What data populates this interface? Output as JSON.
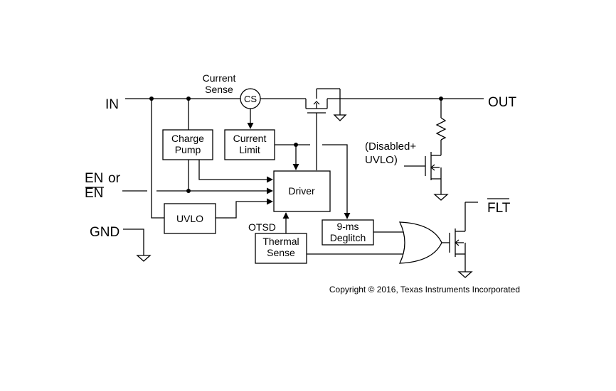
{
  "pins": {
    "in": "IN",
    "out": "OUT",
    "en_1": "EN",
    "en_or": "or",
    "en_2": "EN",
    "gnd": "GND",
    "flt": "FLT"
  },
  "blocks": {
    "charge_pump_1": "Charge",
    "charge_pump_2": "Pump",
    "current_limit_1": "Current",
    "current_limit_2": "Limit",
    "driver": "Driver",
    "uvlo": "UVLO",
    "thermal_sense_1": "Thermal",
    "thermal_sense_2": "Sense",
    "deglitch_1": "9-ms",
    "deglitch_2": "Deglitch"
  },
  "labels": {
    "current_sense_1": "Current",
    "current_sense_2": "Sense",
    "cs": "CS",
    "otsd": "OTSD",
    "disabled_1": "(Disabled+",
    "disabled_2": "UVLO)"
  },
  "copyright": "Copyright © 2016, Texas Instruments Incorporated"
}
